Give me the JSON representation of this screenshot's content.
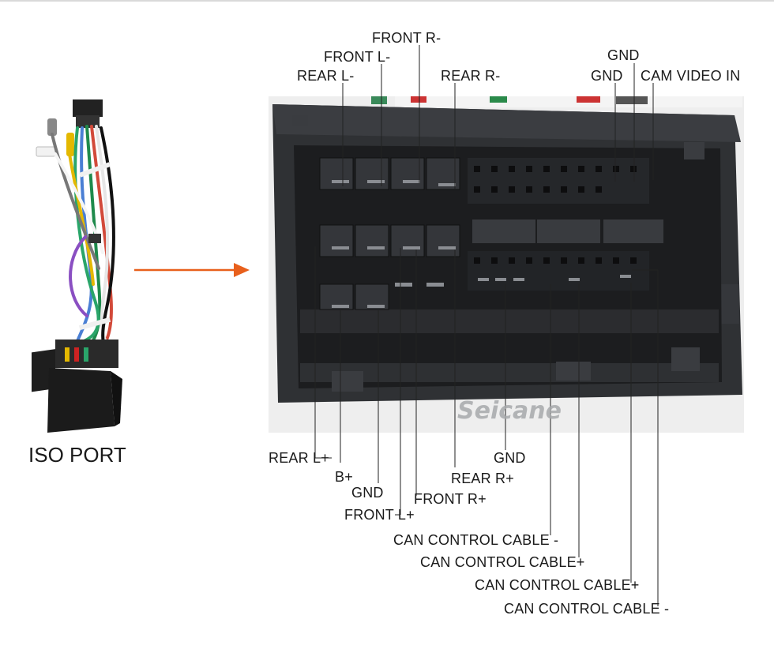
{
  "iso_label": "ISO PORT",
  "brand": "Seicane",
  "colors": {
    "arrow": "#e8601c",
    "connector": "#2c2e31",
    "line": "#222222"
  },
  "top_labels": {
    "front_r_minus": "FRONT R-",
    "front_l_minus": "FRONT L-",
    "rear_l_minus": "REAR L-",
    "rear_r_minus": "REAR R-",
    "gnd_1": "GND",
    "gnd_2": "GND",
    "cam_video_in": "CAM VIDEO IN"
  },
  "bottom_labels": {
    "rear_l_plus": "REAR L+",
    "b_plus": "B+",
    "gnd_left": "GND",
    "front_l_plus": "FRONT L+",
    "front_r_plus": "FRONT R+",
    "rear_r_plus": "REAR R+",
    "gnd_mid": "GND",
    "can_1": "CAN CONTROL CABLE -",
    "can_2": "CAN CONTROL CABLE+",
    "can_3": "CAN CONTROL CABLE+",
    "can_4": "CAN CONTROL CABLE -"
  }
}
